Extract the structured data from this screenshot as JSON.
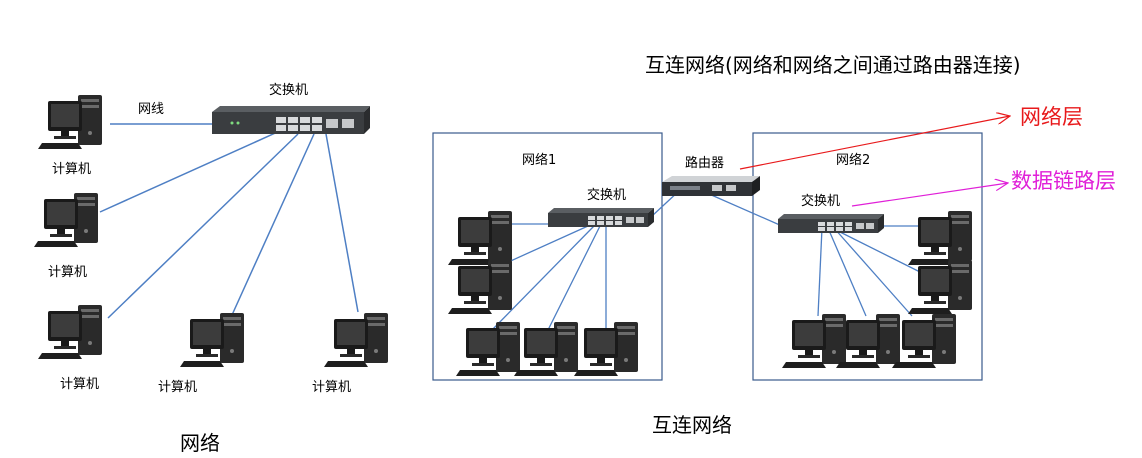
{
  "left_network": {
    "switch_label": "交换机",
    "cable_label": "网线",
    "computer_label": "计算机",
    "caption": "网络"
  },
  "internet": {
    "title": "互连网络(网络和网络之间通过路由器连接)",
    "network1_label": "网络1",
    "network2_label": "网络2",
    "switch_label": "交换机",
    "router_label": "路由器",
    "caption": "互连网络"
  },
  "layers": {
    "network_layer": "网络层",
    "datalink_layer": "数据链路层"
  },
  "colors": {
    "cable": "#4e7fc4",
    "box_border": "#3a5a8c",
    "network_layer": "#e8191b",
    "datalink_layer": "#e020d8"
  }
}
